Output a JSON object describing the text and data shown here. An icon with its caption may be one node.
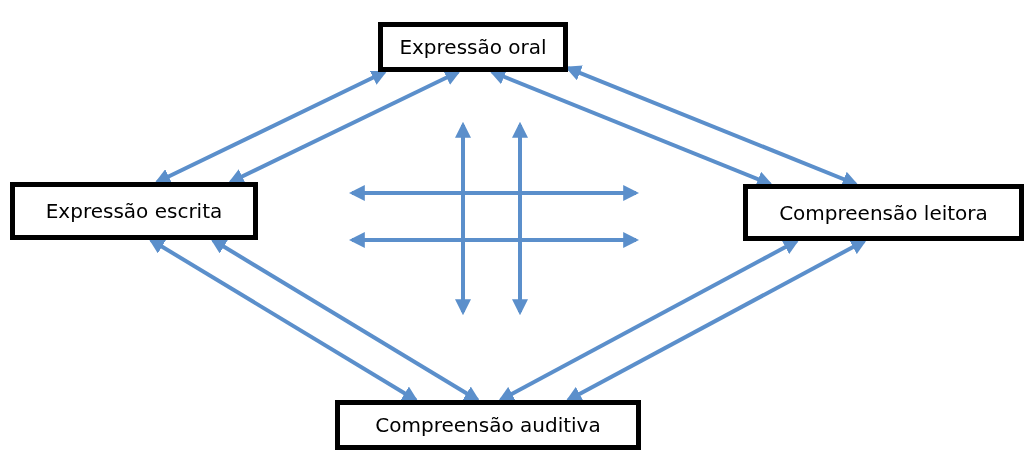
{
  "diagram": {
    "nodes": [
      {
        "text": [
          "Expressão oral"
        ]
      },
      {
        "text": [
          "Expressão escrita"
        ]
      },
      {
        "text": [
          "Compreensão leitora"
        ]
      },
      {
        "text": [
          "Compreensão auditiva"
        ]
      }
    ],
    "edges": [
      {
        "from": 1,
        "to": 0,
        "arrow": "both"
      },
      {
        "from": 1,
        "to": 0,
        "arrow": "both"
      },
      {
        "from": 0,
        "to": 2,
        "arrow": "both"
      },
      {
        "from": 0,
        "to": 2,
        "arrow": "both"
      },
      {
        "from": 1,
        "to": 3,
        "arrow": "both"
      },
      {
        "from": 1,
        "to": 3,
        "arrow": "both"
      },
      {
        "from": 2,
        "to": 3,
        "arrow": "both"
      },
      {
        "from": 2,
        "to": 3,
        "arrow": "both"
      }
    ]
  }
}
